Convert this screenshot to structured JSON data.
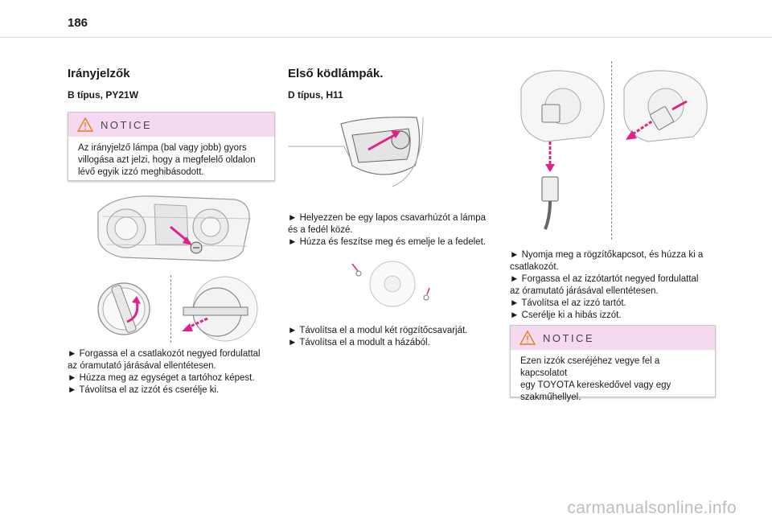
{
  "page_number": "186",
  "col1": {
    "title": "Irányjelzők",
    "subtitle": "B típus, PY21W",
    "notice": {
      "title": "NOTICE",
      "lines": [
        "Az irányjelző lámpa (bal vagy jobb) gyors",
        "villogása azt jelzi, hogy a megfelelő oldalon",
        "lévő egyik izzó meghibásodott."
      ]
    },
    "steps": [
      "►  Forgassa el a csatlakozót negyed fordulattal",
      "az óramutató járásával ellentétesen.",
      "►  Húzza meg az egységet a tartóhoz képest.",
      "►  Távolítsa el az izzót és cserélje ki."
    ]
  },
  "col2": {
    "title": "Első ködlámpák.",
    "subtitle": "D típus, H11",
    "steps_a": [
      "►  Helyezzen be egy lapos csavarhúzót a lámpa",
      "és a fedél közé.",
      "►  Húzza és feszítse meg és emelje le a fedelet."
    ],
    "steps_b": [
      "►  Távolítsa el a modul két rögzítőcsavarját.",
      "►  Távolítsa el a modult a házából."
    ]
  },
  "col3": {
    "steps": [
      "►  Nyomja meg a rögzítőkapcsot, és húzza ki a",
      "csatlakozót.",
      "►  Forgassa el az izzótartót negyed fordulattal",
      "az óramutató járásával ellentétesen.",
      "►  Távolítsa el az izzó tartót.",
      "►  Cserélje ki a hibás izzót."
    ],
    "notice": {
      "title": "NOTICE",
      "lines": [
        "Ezen izzók cseréjéhez vegye fel a kapcsolatot",
        "egy TOYOTA kereskedővel vagy egy",
        "szakműhellyel."
      ]
    }
  },
  "watermark": "carmanualsonline.info",
  "colors": {
    "notice_bg": "#f5d9f1",
    "arrow": "#e0218a"
  }
}
